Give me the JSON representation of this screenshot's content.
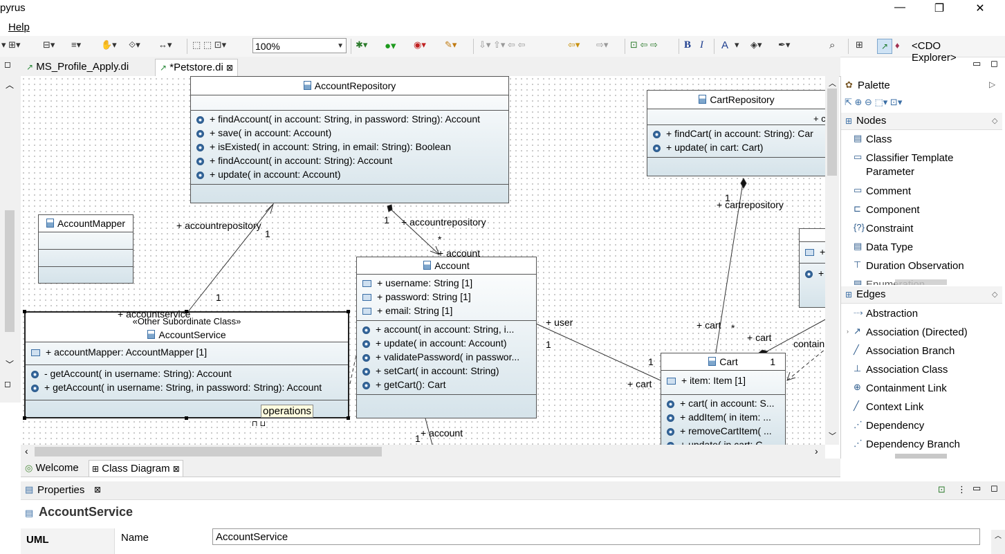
{
  "window": {
    "title": "pyrus",
    "min_glyph": "—",
    "max_glyph": "❐",
    "close_glyph": "✕"
  },
  "menu": {
    "help": "Help"
  },
  "toolbar": {
    "zoom": "100%",
    "bold": "B",
    "italic": "I",
    "font_color": "A",
    "perspective": "<CDO Explorer>"
  },
  "editor_tabs": [
    {
      "label": "MS_Profile_Apply.di"
    },
    {
      "label": "*Petstore.di",
      "close": "⊠"
    }
  ],
  "diagram": {
    "account_repository": {
      "name": "AccountRepository",
      "operations": [
        "+ findAccount(  in account: String,   in password: String): Account",
        "+ save(  in account: Account)",
        "+ isExisted(  in account: String,   in email: String): Boolean",
        "+ findAccount(  in account: String): Account",
        "+ update(  in account: Account)"
      ]
    },
    "cart_repository": {
      "name": "CartRepository",
      "operations": [
        "+ findCart(  in account: String): Car",
        "+ update(  in cart: Cart)"
      ],
      "attr_fragment": "+ c"
    },
    "account_mapper": {
      "name": "AccountMapper"
    },
    "account": {
      "name": "Account",
      "attributes": [
        "+ username: String [1]",
        "+ password: String [1]",
        "+ email: String [1]"
      ],
      "operations": [
        "+ account(  in account: String,   i...",
        "+ update(  in account: Account)",
        "+ validatePassword(  in passwor...",
        "+ setCart(  in account: String)",
        "+ getCart(): Cart"
      ]
    },
    "account_service": {
      "stereotype": "«Other Subordinate Class»",
      "name": "AccountService",
      "attributes": [
        "+ accountMapper: AccountMapper [1]"
      ],
      "operations": [
        "- getAccount(  in username: String): Account",
        "+ getAccount(  in username: String,   in password: String): Account"
      ],
      "tooltip": "operations"
    },
    "cart": {
      "name": "Cart",
      "multiplicity": "1",
      "attributes": [
        "+ item: Item [1]"
      ],
      "operations": [
        "+ cart(  in account: S...",
        "+ addItem(  in item: ...",
        "+ removeCartItem(  ...",
        "+ update(  in cart: C..."
      ]
    },
    "right_partial": {
      "attr": "+",
      "op": "+"
    },
    "labels": {
      "accountrepository_a": "+ accountrepository",
      "one_a": "1",
      "accountrepository_b": "+ accountrepository",
      "one_b": "1",
      "star_a": "*",
      "account_a": "+ account",
      "one_c": "1",
      "accountservice": "+ accountservice",
      "user": "+ user",
      "one_d": "1",
      "one_e": "1",
      "cart_a": "+ cart",
      "cart_b": "+ cart",
      "star_b": "*",
      "cart_c": "+ cart",
      "contain": "contain",
      "cartrepository": "+ cartrepository",
      "one_f": "1",
      "account_b": "+ account",
      "one_g": "1"
    }
  },
  "palette": {
    "title": "Palette",
    "nodes_title": "Nodes",
    "nodes": [
      {
        "label": "Class",
        "icon": "class-icon"
      },
      {
        "label": "Classifier Template",
        "icon": "template-icon"
      },
      {
        "label": "Parameter",
        "icon": ""
      },
      {
        "label": "Comment",
        "icon": "comment-icon"
      },
      {
        "label": "Component",
        "icon": "component-icon"
      },
      {
        "label": "Constraint",
        "icon": "constraint-icon"
      },
      {
        "label": "Data Type",
        "icon": "datatype-icon"
      },
      {
        "label": "Duration Observation",
        "icon": "duration-icon"
      },
      {
        "label": "Enumeration",
        "icon": "enumeration-icon"
      }
    ],
    "edges_title": "Edges",
    "edges": [
      {
        "label": "Abstraction",
        "icon": "abstraction-icon"
      },
      {
        "label": "Association (Directed)",
        "icon": "association-directed-icon"
      },
      {
        "label": "Association Branch",
        "icon": "association-branch-icon"
      },
      {
        "label": "Association Class",
        "icon": "association-class-icon"
      },
      {
        "label": "Containment Link",
        "icon": "containment-link-icon"
      },
      {
        "label": "Context Link",
        "icon": "context-link-icon"
      },
      {
        "label": "Dependency",
        "icon": "dependency-icon"
      },
      {
        "label": "Dependency Branch",
        "icon": "dependency-branch-icon"
      }
    ]
  },
  "bottom_tabs": [
    {
      "label": "Welcome"
    },
    {
      "label": "Class Diagram",
      "close": "⊠"
    }
  ],
  "properties": {
    "tab": "Properties",
    "close": "⊠",
    "element": "AccountService",
    "category": "UML",
    "name_label": "Name",
    "name_value": "AccountService"
  }
}
